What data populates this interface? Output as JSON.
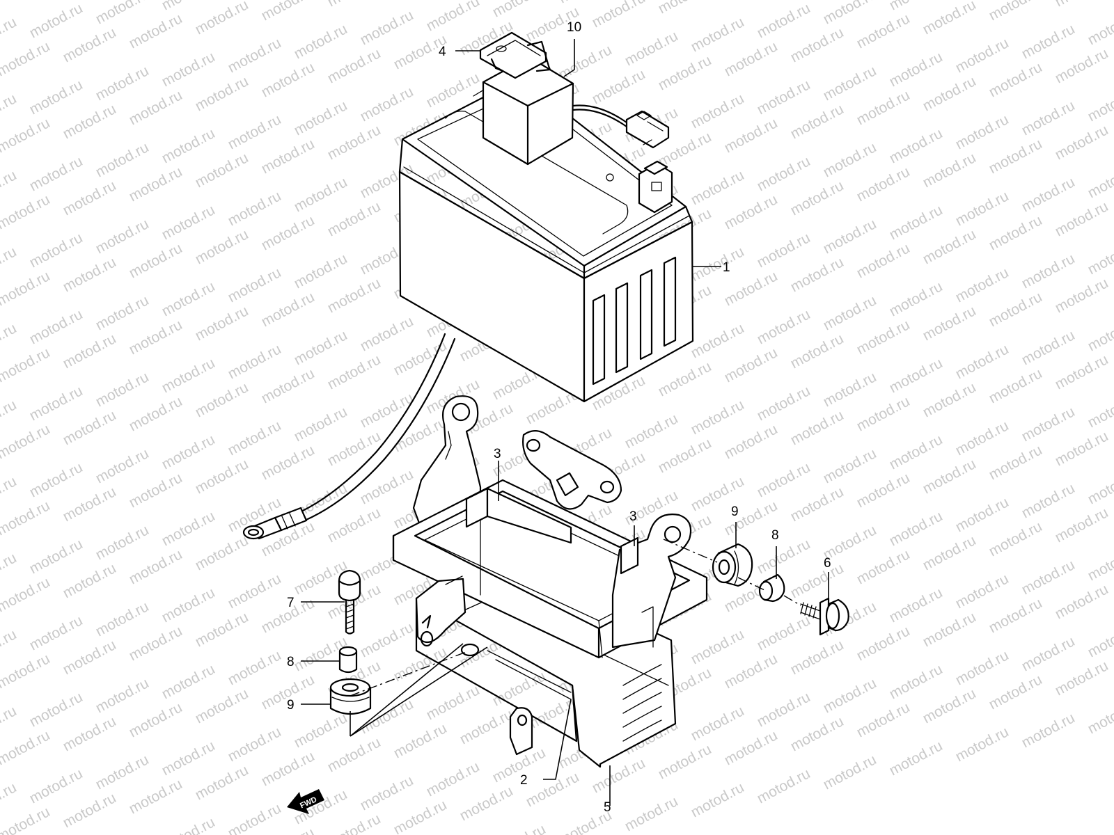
{
  "watermark": "motod.ru",
  "fwd_label": "FWD",
  "callouts": {
    "battery": "1",
    "cushion": "2",
    "holder_pad_left": "3",
    "holder_pad_right": "3",
    "band": "4",
    "battery_case": "5",
    "bolt_right": "6",
    "bolt_left": "7",
    "spacer_left": "8",
    "spacer_right": "8",
    "grommet_left": "9",
    "grommet_right": "9",
    "cover": "10"
  }
}
